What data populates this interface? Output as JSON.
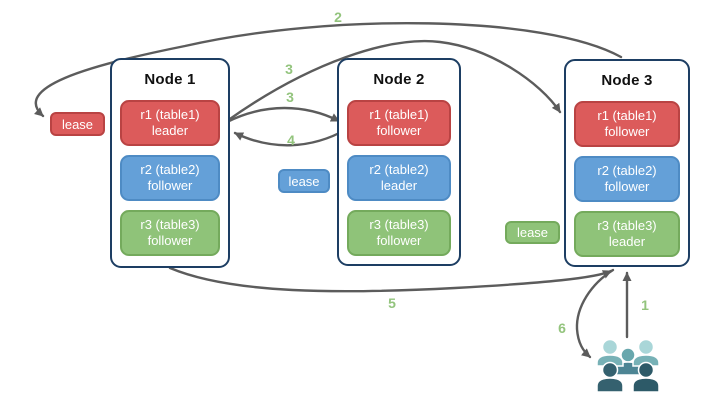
{
  "diagram": {
    "title_hint": "range lease / replica distribution diagram",
    "nodes": [
      {
        "title": "Node 1",
        "replicas": [
          {
            "line1": "r1 (table1)",
            "line2": "leader",
            "color": "red"
          },
          {
            "line1": "r2 (table2)",
            "line2": "follower",
            "color": "blue"
          },
          {
            "line1": "r3 (table3)",
            "line2": "follower",
            "color": "green"
          }
        ]
      },
      {
        "title": "Node 2",
        "replicas": [
          {
            "line1": "r1 (table1)",
            "line2": "follower",
            "color": "red"
          },
          {
            "line1": "r2 (table2)",
            "line2": "leader",
            "color": "blue"
          },
          {
            "line1": "r3 (table3)",
            "line2": "follower",
            "color": "green"
          }
        ]
      },
      {
        "title": "Node 3",
        "replicas": [
          {
            "line1": "r1 (table1)",
            "line2": "follower",
            "color": "red"
          },
          {
            "line1": "r2 (table2)",
            "line2": "follower",
            "color": "blue"
          },
          {
            "line1": "r3 (table3)",
            "line2": "leader",
            "color": "green"
          }
        ]
      }
    ],
    "leases": [
      {
        "label": "lease",
        "color": "red"
      },
      {
        "label": "lease",
        "color": "blue"
      },
      {
        "label": "lease",
        "color": "green"
      }
    ],
    "arrow_labels": {
      "a1": "1",
      "a2": "2",
      "a3_long": "3",
      "a3_short": "3",
      "a4": "4",
      "a5": "5",
      "a6": "6"
    },
    "icons": [
      {
        "name": "users-icon",
        "description": "group of five people, teal tones"
      }
    ]
  },
  "colors": {
    "red_fill": "#dc5b5b",
    "red_border": "#b94343",
    "blue_fill": "#64a0d8",
    "blue_border": "#4e8bc4",
    "green_fill": "#8fc379",
    "green_border": "#74aa5c",
    "node_border": "#1d3e63",
    "arrow_gray": "#5c5c5c",
    "label_green": "#93c47d",
    "users_light": "#a9d6d8",
    "users_medium": "#77b1b6",
    "users_mid_head": "#68a7ad",
    "users_mid_body": "#4d8594",
    "users_dark": "#35616f",
    "users_darker": "#2d5a68"
  }
}
